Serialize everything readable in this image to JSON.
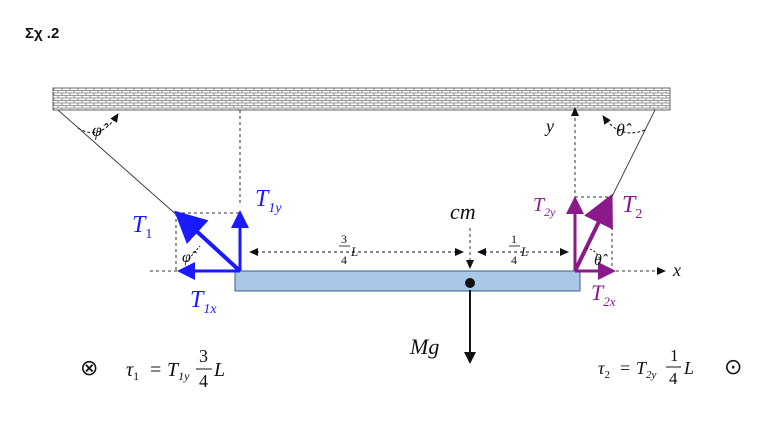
{
  "figure_label": "Σχ .2",
  "colors": {
    "blue": "#1a1aff",
    "purple": "#8a1a8a",
    "beam_fill": "#a9c7e6",
    "beam_stroke": "#3a5f8a",
    "ceiling": "#888888",
    "black": "#111111"
  },
  "labels": {
    "phi_hat_top": "φ̂",
    "theta_hat_top": "θ̂",
    "y_axis": "y",
    "x_axis": "x",
    "cm": "cm",
    "T1": "T",
    "T1_sub": "1",
    "T1y": "T",
    "T1y_sub": "1y",
    "T1x": "T",
    "T1x_sub": "1x",
    "phi_hat_angle": "φ̂",
    "T2": "T",
    "T2_sub": "2",
    "T2y": "T",
    "T2y_sub": "2y",
    "T2x": "T",
    "T2x_sub": "2x",
    "theta_hat_angle": "θ̂",
    "three_quarter_num": "3",
    "three_quarter_den": "4",
    "three_quarter_L": "L",
    "quarter_num": "1",
    "quarter_den": "4",
    "quarter_L": "L",
    "Mg": "Mg"
  },
  "equations": {
    "tau1_lhs": "τ",
    "tau1_lhs_sub": "1",
    "tau1_eq": "=",
    "tau1_T": "T",
    "tau1_T_sub": "1y",
    "tau1_num": "3",
    "tau1_den": "4",
    "tau1_L": "L",
    "tau2_lhs": "τ",
    "tau2_lhs_sub": "2",
    "tau2_eq": "=",
    "tau2_T": "T",
    "tau2_T_sub": "2y",
    "tau2_num": "1",
    "tau2_den": "4",
    "tau2_L": "L"
  },
  "symbols": {
    "into_page": "⊗",
    "out_of_page": "⊙"
  }
}
